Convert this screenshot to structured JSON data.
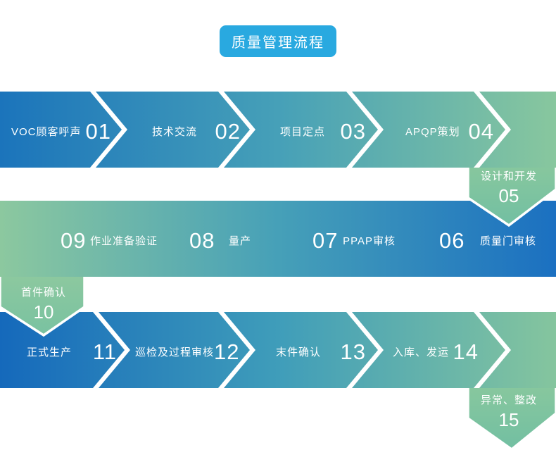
{
  "title": {
    "label": "质量管理流程"
  },
  "colors": {
    "title_bg": "#29a9e0",
    "text": "#ffffff",
    "band1_start": "#1b74bb",
    "band1_mid": "#46a0b8",
    "band1_end": "#88c79e",
    "band2_start": "#8cc89f",
    "band2_mid": "#46a0b8",
    "band2_end": "#1b70c1",
    "band3_start": "#1569bb",
    "band3_mid": "#3f9dba",
    "band3_end": "#85c59e",
    "pent_start": "#87c79e",
    "pent_end": "#72bfa2",
    "pent10_start": "#8cc89f",
    "pent10_end": "#79c2a1"
  },
  "steps": [
    {
      "num": "01",
      "label": "VOC顾客呼声"
    },
    {
      "num": "02",
      "label": "技术交流"
    },
    {
      "num": "03",
      "label": "项目定点"
    },
    {
      "num": "04",
      "label": "APQP策划"
    },
    {
      "num": "05",
      "label": "设计和开发"
    },
    {
      "num": "06",
      "label": "质量门审核"
    },
    {
      "num": "07",
      "label": "PPAP审核"
    },
    {
      "num": "08",
      "label": "量产"
    },
    {
      "num": "09",
      "label": "作业准备验证"
    },
    {
      "num": "10",
      "label": "首件确认"
    },
    {
      "num": "11",
      "label": "正式生产"
    },
    {
      "num": "12",
      "label": "巡检及过程审核"
    },
    {
      "num": "13",
      "label": "末件确认"
    },
    {
      "num": "14",
      "label": "入库、发运"
    },
    {
      "num": "15",
      "label": "异常、整改"
    }
  ]
}
